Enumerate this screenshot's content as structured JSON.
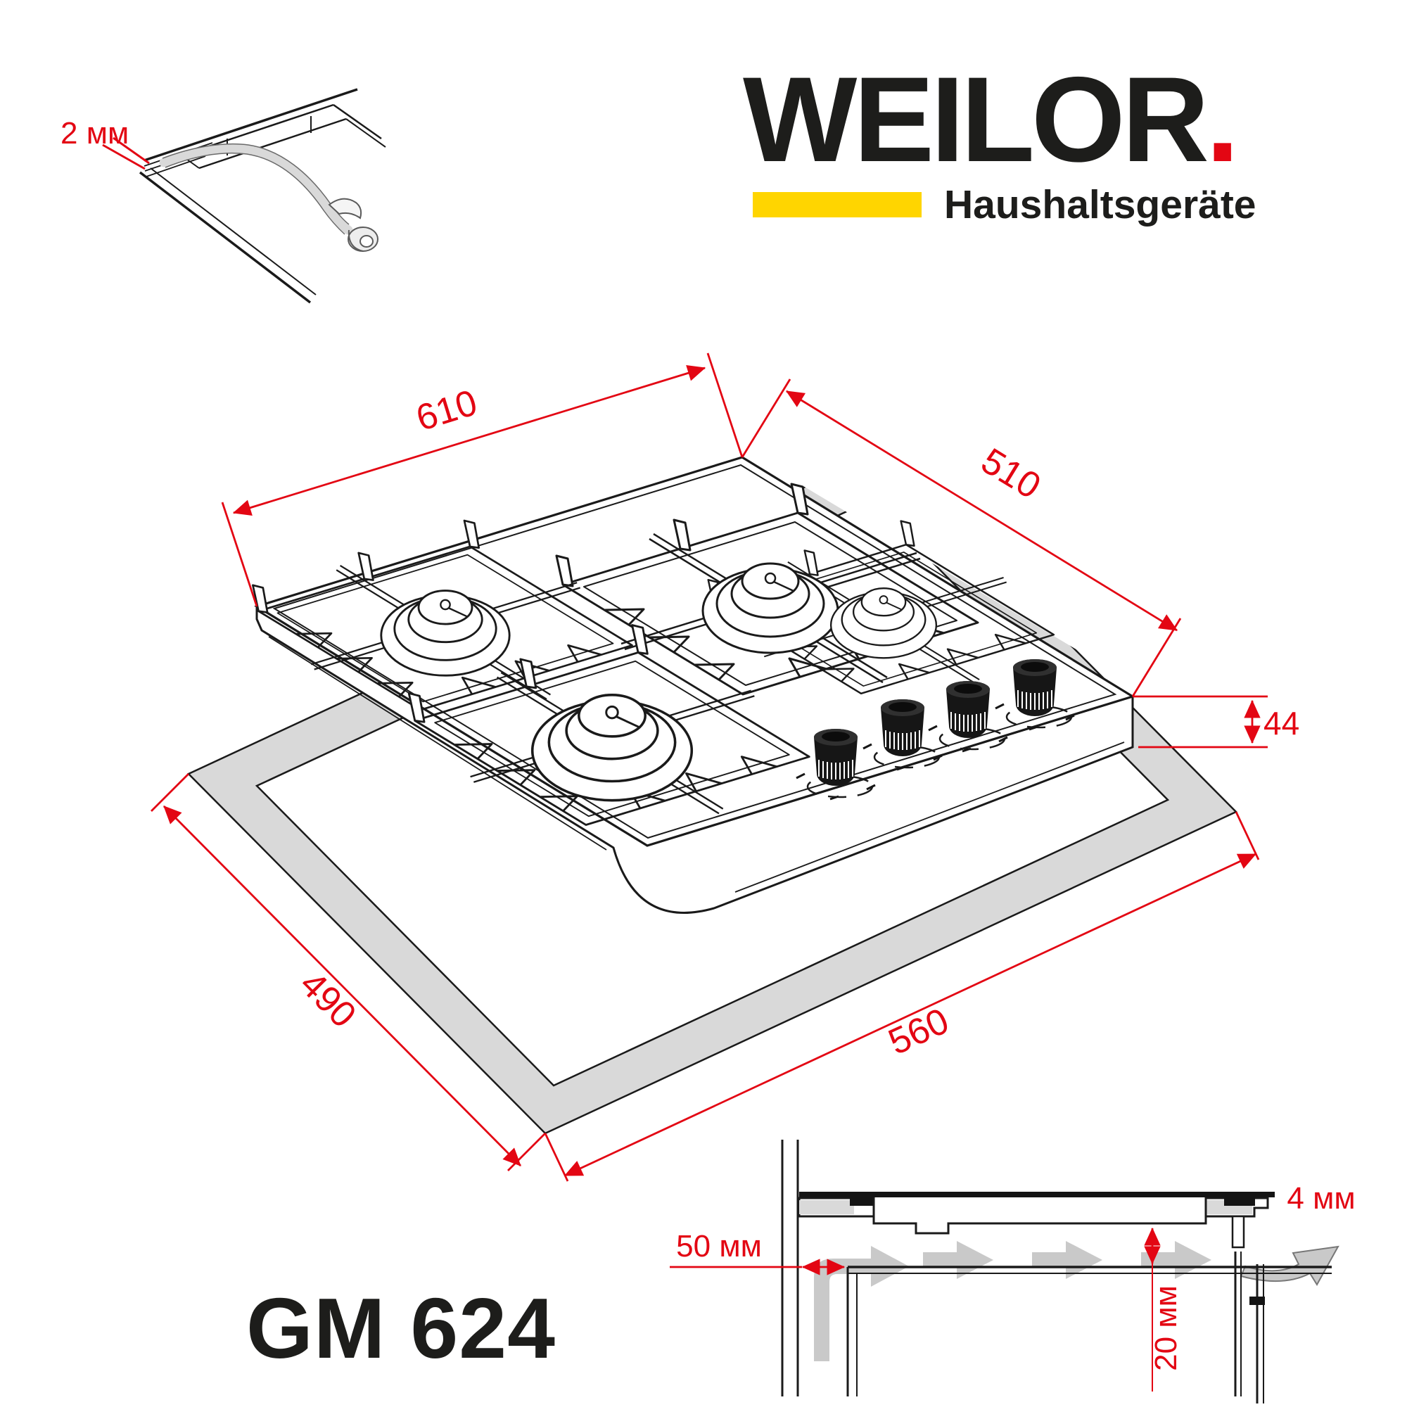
{
  "brand": {
    "name": "WEILOR",
    "dot": ".",
    "subtitle": "Haushaltsgeräte",
    "text_color": "#1d1d1b",
    "accent_red": "#e30613",
    "accent_yellow": "#ffd500"
  },
  "model": {
    "label": "GM 624"
  },
  "edge_detail": {
    "thickness_label": "2 мм"
  },
  "top_view": {
    "description": "isometric 4-burner gas hob with countertop cutout",
    "width_label": "610",
    "depth_label": "510",
    "height_label": "44"
  },
  "cutout": {
    "depth_label": "490",
    "width_label": "560"
  },
  "installation": {
    "side_clearance_label": "50 мм",
    "vent_gap_label": "4 мм",
    "bottom_clearance_label": "20 мм"
  },
  "colors": {
    "dimension_red": "#e30613",
    "line_black": "#1a1a1a",
    "shade_gray": "#d9d9d9",
    "airflow_gray": "#c9c9c9"
  }
}
